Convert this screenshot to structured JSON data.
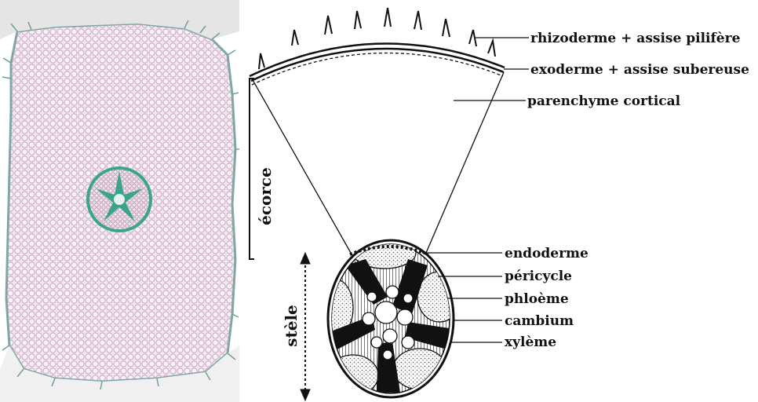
{
  "labels": {
    "rhizoderme": "rhizoderme + assise pilifère",
    "exoderme": "exoderme + assise subereuse",
    "parenchyme": "parenchyme cortical",
    "ecorce": "écorce",
    "endoderme": "endoderme",
    "pericycle": "péricycle",
    "phloeme": "phloème",
    "cambium": "cambium",
    "xyleme": "xylème",
    "stele": "stèle"
  },
  "colors": {
    "micrograph_cell_wall": "#c8a3c0",
    "micrograph_cell_fill": "#f4e9f1",
    "stele_stain": "#3aa58a",
    "ink": "#111111"
  }
}
